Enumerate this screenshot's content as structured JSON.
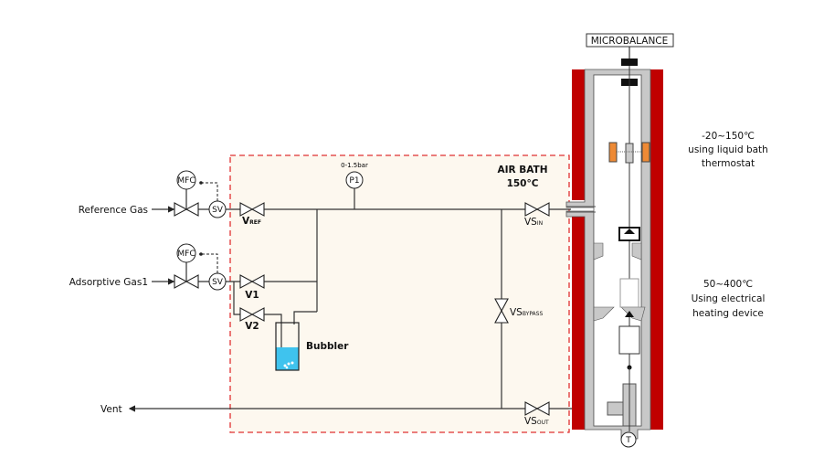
{
  "colors": {
    "heater_red": "#c00000",
    "air_bath_border": "#e03030",
    "air_bath_fill": "#fdf8ef",
    "liquid": "#3fc3ee",
    "magnet_orange": "#ee8a35",
    "wall_gray": "#c8c8c8"
  },
  "inlets": {
    "reference_gas": "Reference Gas",
    "adsorptive_gas": "Adsorptive Gas1",
    "vent": "Vent"
  },
  "instruments": {
    "mfc": "MFC",
    "sv": "SV",
    "p1": "P1",
    "p1_range": "0-1.5bar",
    "t": "T"
  },
  "valves": {
    "vref": {
      "main": "V",
      "sub": "REF"
    },
    "v1": "V1",
    "v2": "V2",
    "vs_in": {
      "main": "VS",
      "sub": "IN"
    },
    "vs_bypass": {
      "main": "VS",
      "sub": "BYPASS"
    },
    "vs_out": {
      "main": "VS",
      "sub": "OUT"
    }
  },
  "bubbler": "Bubbler",
  "air_bath": {
    "title": "AIR BATH",
    "temp": "150°C"
  },
  "microbalance": "MICROBALANCE",
  "zones": {
    "upper": {
      "range": "-20~150℃",
      "line1": "using liquid bath",
      "line2": "thermostat"
    },
    "lower": {
      "range": "50~400℃",
      "line1": "Using electrical",
      "line2": "heating device"
    }
  }
}
